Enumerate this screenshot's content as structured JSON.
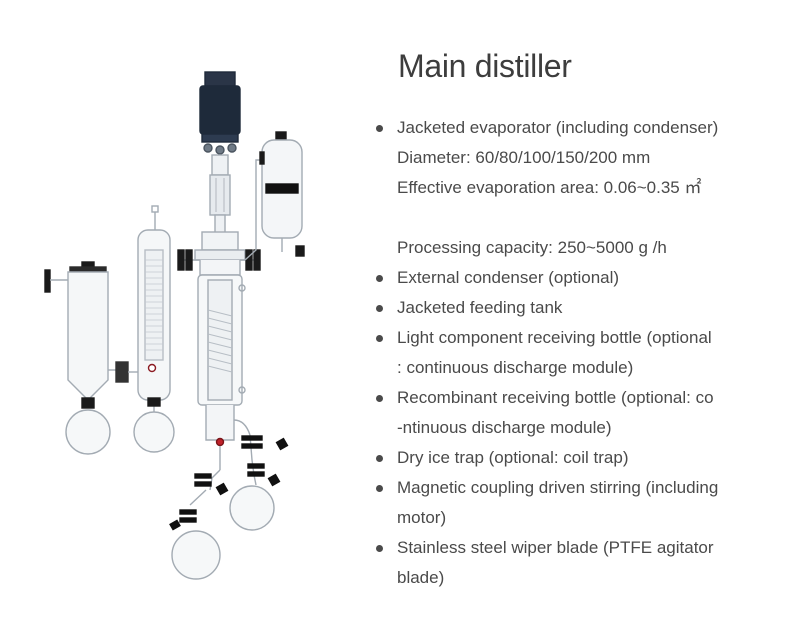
{
  "title": "Main distiller",
  "items": [
    {
      "bullet": true,
      "text": "Jacketed evaporator (including condenser)"
    },
    {
      "bullet": false,
      "text": "Diameter: 60/80/100/150/200 mm"
    },
    {
      "bullet": false,
      "text": "Effective evaporation area: 0.06~0.35 ㎡"
    },
    {
      "gap": true
    },
    {
      "bullet": false,
      "text": "Processing capacity: 250~5000 g /h"
    },
    {
      "bullet": true,
      "text": "External condenser (optional)"
    },
    {
      "bullet": true,
      "text": "Jacketed feeding tank"
    },
    {
      "bullet": true,
      "text": "Light component receiving bottle (optional"
    },
    {
      "bullet": false,
      "text": ": continuous discharge module)"
    },
    {
      "bullet": true,
      "text": "Recombinant receiving bottle (optional: co"
    },
    {
      "bullet": false,
      "text": "-ntinuous discharge module)"
    },
    {
      "bullet": true,
      "text": "Dry ice trap (optional: coil trap)"
    },
    {
      "bullet": true,
      "text": "Magnetic coupling driven stirring (including"
    },
    {
      "bullet": false,
      "text": "motor)"
    },
    {
      "bullet": true,
      "text": "Stainless steel wiper blade (PTFE agitator"
    },
    {
      "bullet": false,
      "text": "blade)"
    }
  ],
  "colors": {
    "text": "#4a4a4a",
    "title": "#3d3d3d",
    "glass_outline": "#9aa3ab",
    "motor": "#1e2a3a",
    "clamp": "#1a1a1a"
  }
}
